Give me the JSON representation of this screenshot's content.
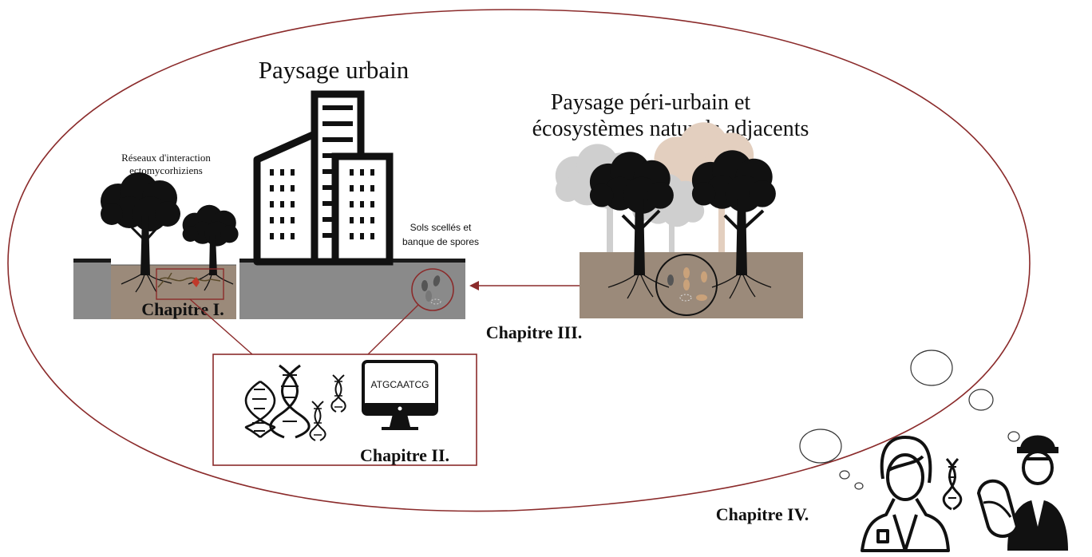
{
  "titles": {
    "urban": "Paysage urbain",
    "periurban_line1": "Paysage péri-urbain et",
    "periurban_line2": "écosystèmes naturels adjacents"
  },
  "labels": {
    "networks_line1": "Réseaux d'interaction",
    "networks_line2": "ectomycorhiziens",
    "sealed_line1": "Sols scellés et",
    "sealed_line2": "banque de spores",
    "dna_sequence": "ATGCAATCG"
  },
  "chapters": {
    "ch1": "Chapitre I.",
    "ch2": "Chapitre II.",
    "ch3": "Chapitre III.",
    "ch4": "Chapitre IV."
  },
  "colors": {
    "outline": "#8b2b2b",
    "pavement": "#8a8a8a",
    "soil": "#9b8a7a",
    "foreground_tree": "#111111",
    "background_tree_grey": "#cfcfcf",
    "background_tree_beige": "#e3cfbf"
  },
  "icons": [
    "tree-icon",
    "building-icon",
    "dna-icon",
    "computer-monitor-icon",
    "scientist-icon",
    "engineer-icon",
    "spore-icon"
  ]
}
